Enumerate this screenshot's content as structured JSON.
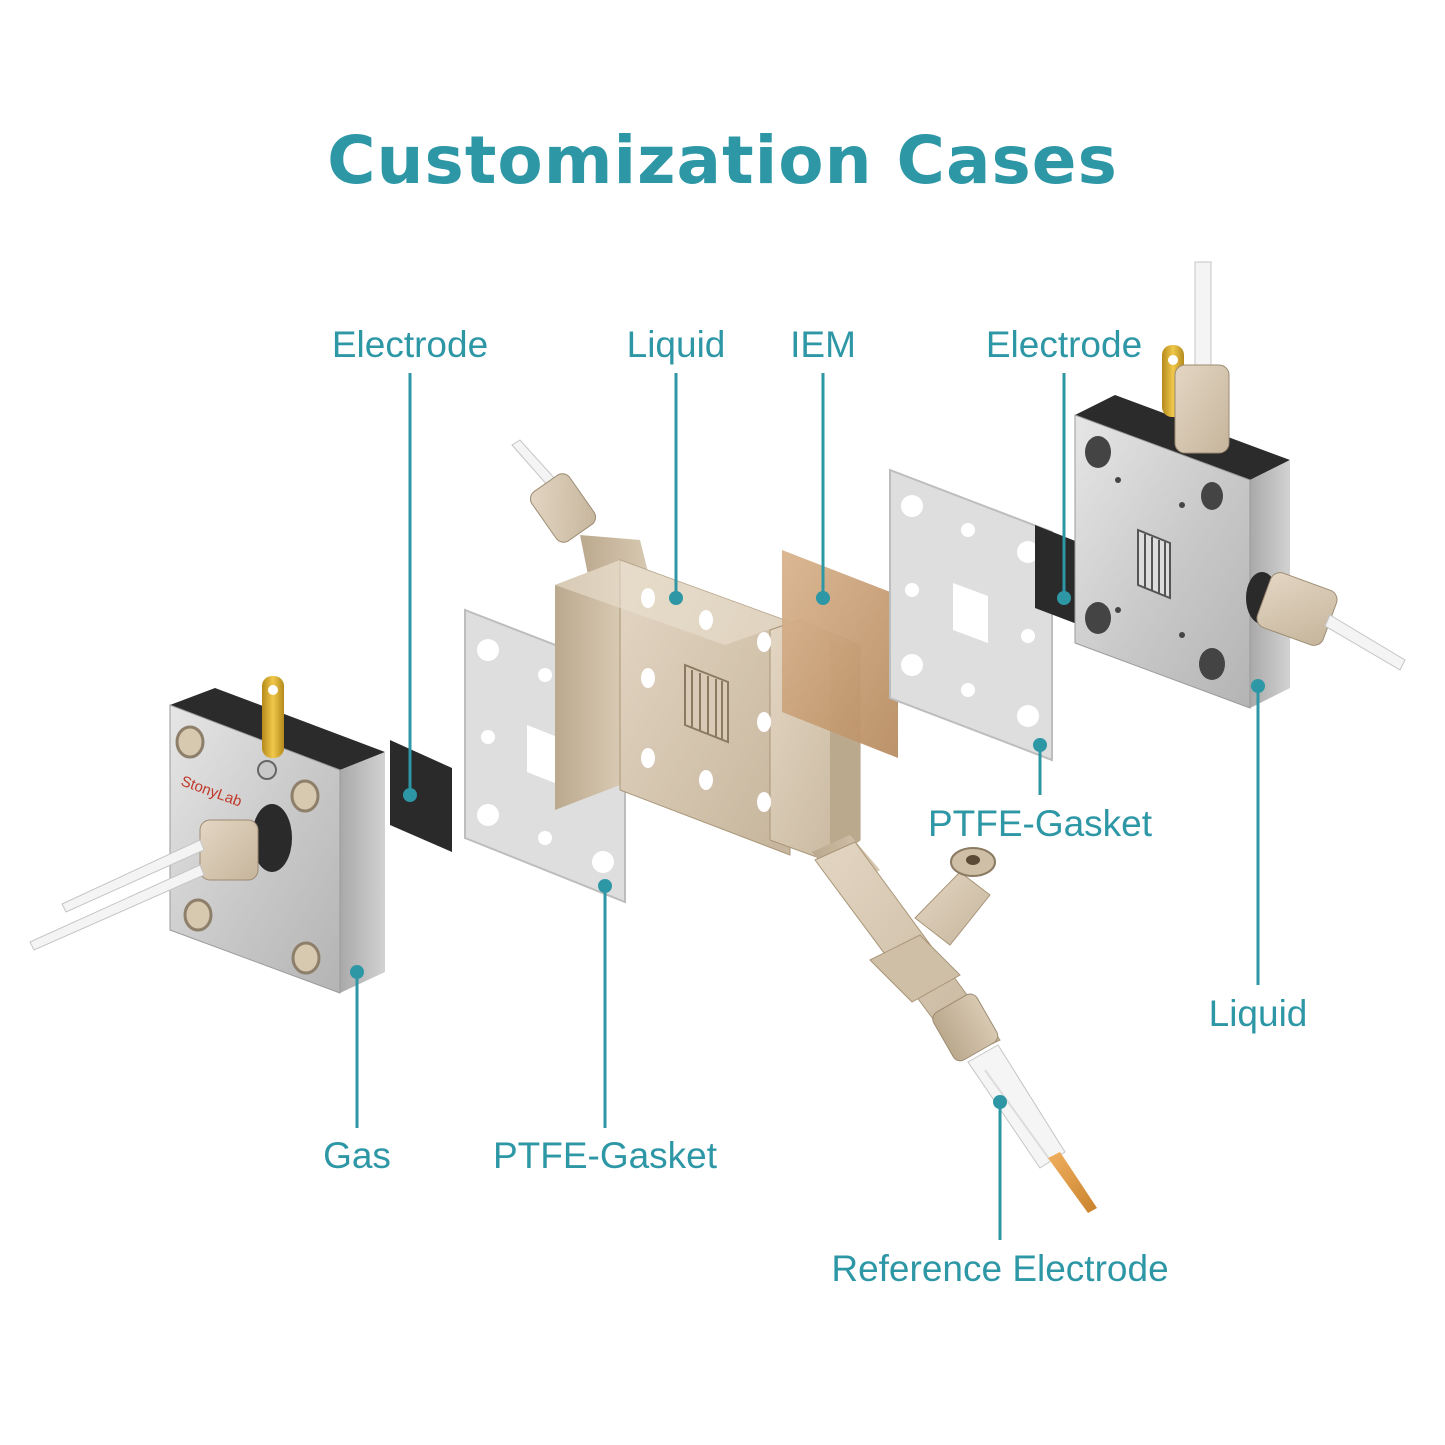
{
  "title": "Customization Cases",
  "brand": "StonyLab",
  "accent_color": "#2e97a6",
  "labels": {
    "electrode_left": "Electrode",
    "liquid_top": "Liquid",
    "iem": "IEM",
    "electrode_right": "Electrode",
    "ptfe_gasket_right": "PTFE-Gasket",
    "liquid_right": "Liquid",
    "gas": "Gas",
    "ptfe_gasket_left": "PTFE-Gasket",
    "reference_electrode": "Reference Electrode"
  }
}
